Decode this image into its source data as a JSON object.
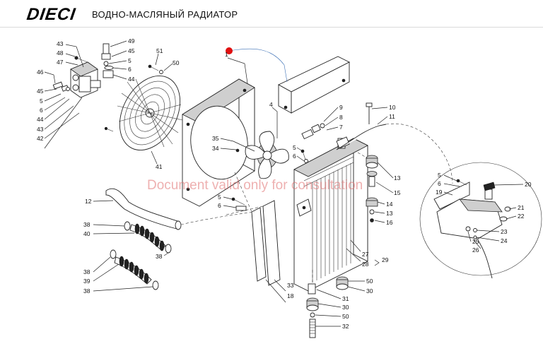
{
  "header": {
    "logo": "DIECI",
    "title": "ВОДНО-МАСЛЯНЫЙ РАДИАТОР"
  },
  "watermark": "Document valid only for consultation",
  "accent_color": "#e01010",
  "callouts": {
    "c1": "1",
    "c4": "4",
    "c43a": "43",
    "c48": "48",
    "c47": "47",
    "c46": "46",
    "c45a": "45",
    "c5a": "5",
    "c6a": "6",
    "c44a": "44",
    "c43b": "43",
    "c42": "42",
    "c49": "49",
    "c45b": "45",
    "c5b": "5",
    "c6b": "6",
    "c44b": "44",
    "c51": "51",
    "c50a": "50",
    "c41": "41",
    "c35": "35",
    "c34": "34",
    "c9": "9",
    "c8": "8",
    "c7": "7",
    "c10": "10",
    "c11": "11",
    "c5c": "5",
    "c6c": "6",
    "c12": "12",
    "c5d": "5",
    "c6d": "6",
    "c38a": "38",
    "c40": "40",
    "c38b": "38",
    "c38c": "38",
    "c39": "39",
    "c38d": "38",
    "c13a": "13",
    "c15": "15",
    "c14": "14",
    "c13b": "13",
    "c16": "16",
    "c27": "27",
    "c28": "28",
    "c29": "29",
    "c33": "33",
    "c18": "18",
    "c50b": "50",
    "c30a": "30",
    "c31": "31",
    "c30b": "30",
    "c50c": "50",
    "c32": "32",
    "c5e": "5",
    "c6e": "6",
    "c19": "19",
    "c20": "20",
    "c21": "21",
    "c22": "22",
    "c23": "23",
    "c24": "24",
    "c25": "25",
    "c26": "26"
  }
}
